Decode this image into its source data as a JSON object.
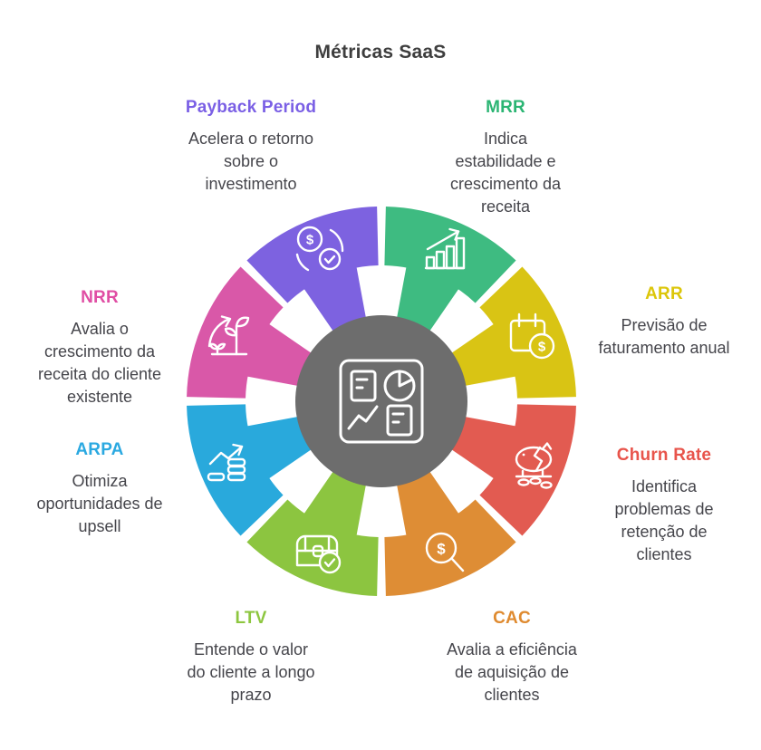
{
  "title": "Métricas SaaS",
  "center": {
    "icon": "dashboard-icon",
    "color": "#6d6d6d"
  },
  "metrics": [
    {
      "id": "mrr",
      "label": "MRR",
      "description": "Indica\nestabilidade e\ncrescimento da\nreceita",
      "color": "#3ebb81",
      "label_color": "#2bb573",
      "icon": "growth-bar-chart-icon"
    },
    {
      "id": "arr",
      "label": "ARR",
      "description": "Previsão de\nfaturamento anual",
      "color": "#d9c414",
      "label_color": "#dcc60a",
      "icon": "calendar-dollar-icon"
    },
    {
      "id": "churn",
      "label": "Churn Rate",
      "description": "Identifica\nproblemas de\nretenção de\nclientes",
      "color": "#e25b51",
      "label_color": "#e8544b",
      "icon": "broken-piggy-bank-icon"
    },
    {
      "id": "cac",
      "label": "CAC",
      "description": "Avalia a eficiência\nde aquisição de\nclientes",
      "color": "#de8d35",
      "label_color": "#df8a2f",
      "icon": "magnifier-dollar-icon"
    },
    {
      "id": "ltv",
      "label": "LTV",
      "description": "Entende o valor\ndo cliente a longo\nprazo",
      "color": "#8cc540",
      "label_color": "#8dc63f",
      "icon": "treasure-chest-check-icon"
    },
    {
      "id": "arpa",
      "label": "ARPA",
      "description": "Otimiza\noportunidades de\nupsell",
      "color": "#29a9dc",
      "label_color": "#2ba9e1",
      "icon": "coin-stack-growth-icon"
    },
    {
      "id": "nrr",
      "label": "NRR",
      "description": "Avalia o\ncrescimento da\nreceita do cliente\nexistente",
      "color": "#d958a8",
      "label_color": "#e04ea4",
      "icon": "growing-plant-icon"
    },
    {
      "id": "payback",
      "label": "Payback Period",
      "description": "Acelera o retorno\nsobre o\ninvestimento",
      "color": "#7d62e0",
      "label_color": "#7a5fe5",
      "icon": "dollar-refresh-check-icon"
    }
  ]
}
